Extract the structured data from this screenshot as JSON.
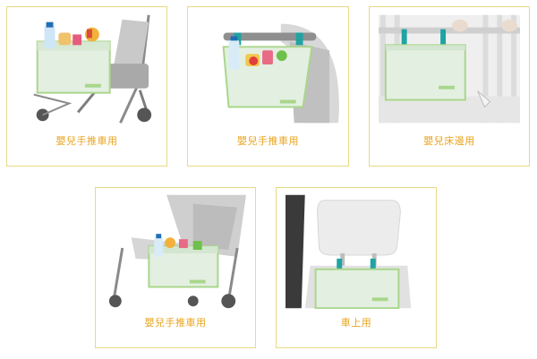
{
  "products": [
    {
      "id": "stroller-front",
      "caption": "嬰兒手推車用"
    },
    {
      "id": "stroller-handle",
      "caption": "嬰兒手推車用"
    },
    {
      "id": "crib-side",
      "caption": "嬰兒床邊用"
    },
    {
      "id": "stroller-seat",
      "caption": "嬰兒手推車用"
    },
    {
      "id": "car-seat",
      "caption": "車上用"
    }
  ],
  "colors": {
    "border": "#e9d985",
    "caption": "#e9a51f",
    "bag": "#e3efe1",
    "bag_trim": "#a9d68b",
    "strap": "#1fa3a3"
  }
}
